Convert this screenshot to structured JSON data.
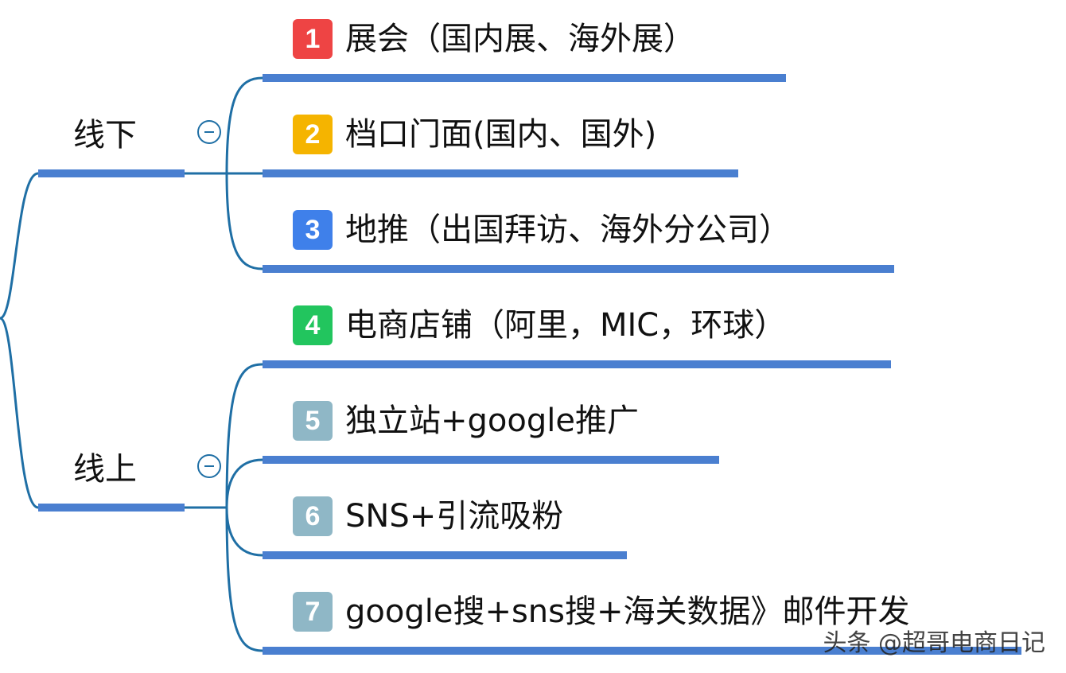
{
  "branches": [
    {
      "label": "线下"
    },
    {
      "label": "线上"
    }
  ],
  "items": [
    {
      "num": "1",
      "color": "#ee4444",
      "text": "展会（国内展、海外展）"
    },
    {
      "num": "2",
      "color": "#f5b400",
      "text": "档口门面(国内、国外)"
    },
    {
      "num": "3",
      "color": "#3f80ea",
      "text": "地推（出国拜访、海外分公司）"
    },
    {
      "num": "4",
      "color": "#22c55e",
      "text": "电商店铺（阿里，MIC，环球）"
    },
    {
      "num": "5",
      "color": "#8fb7c6",
      "text": "独立站+google推广"
    },
    {
      "num": "6",
      "color": "#8fb7c6",
      "text": "SNS+引流吸粉"
    },
    {
      "num": "7",
      "color": "#8fb7c6",
      "text": "google搜+sns搜+海关数据》邮件开发"
    }
  ],
  "colors": {
    "connector": "#1f6fa5",
    "underline": "#4a7fd0"
  },
  "watermark": "头条 @超哥电商日记"
}
